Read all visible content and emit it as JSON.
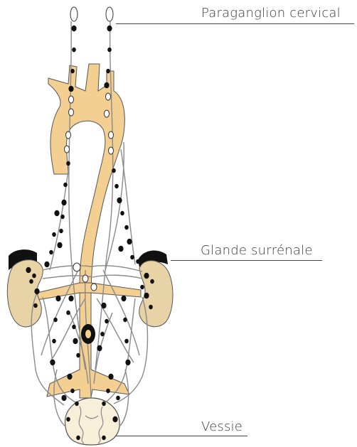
{
  "labels": {
    "cervical": "Paraganglion cervical",
    "adrenal": "Glande surrénale",
    "bladder": "Vessie"
  },
  "colors": {
    "vessel_fill": "#f3cf92",
    "kidney_fill": "#e7d3a6",
    "adrenal_fill": "#111111",
    "bladder_fill": "#f7efd9",
    "outline": "#555555",
    "nerve": "#8a8a8a",
    "paraganglion_dot": "#111111",
    "label_text": "#3a3a3a"
  }
}
